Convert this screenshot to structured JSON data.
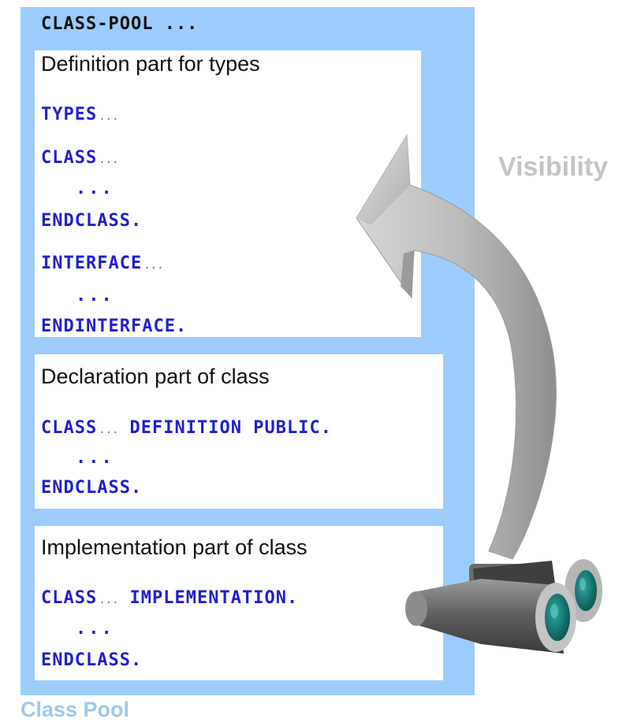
{
  "class_pool": {
    "header": "CLASS-POOL ...",
    "label": "Class Pool"
  },
  "types_section": {
    "heading": "Definition part for types",
    "types_kw": "TYPES",
    "class_kw": "CLASS",
    "dots1": "...",
    "endclass_kw": "ENDCLASS.",
    "interface_kw": "INTERFACE",
    "dots2": "...",
    "endinterface_kw": "ENDINTERFACE."
  },
  "declaration_section": {
    "heading": "Declaration part of class",
    "class_kw": "CLASS",
    "definition_kw": "DEFINITION PUBLIC.",
    "dots": "...",
    "endclass_kw": "ENDCLASS."
  },
  "implementation_section": {
    "heading": "Implementation part of class",
    "class_kw": "CLASS",
    "implementation_kw": "IMPLEMENTATION.",
    "dots": "...",
    "endclass_kw": "ENDCLASS."
  },
  "ellipsis": "...",
  "visibility_label": "Visibility",
  "icons": {
    "arrow": "curved-arrow-icon",
    "binoculars": "binoculars-icon"
  },
  "colors": {
    "pool_background": "#9cccfc",
    "keyword": "#1f1fd1",
    "visibility_text": "#c4c4c4",
    "pool_label_text": "#9cc8ec"
  }
}
